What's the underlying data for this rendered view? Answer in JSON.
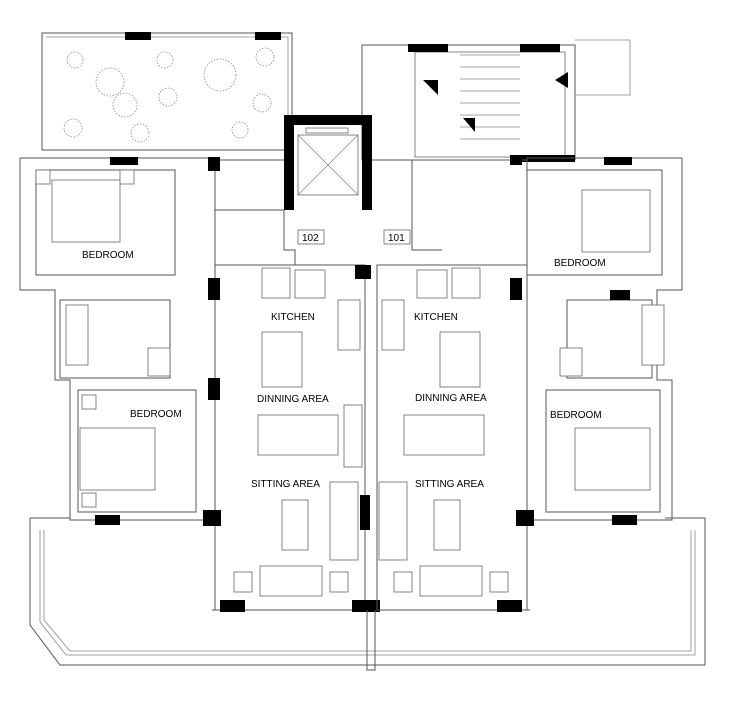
{
  "plan": {
    "units": [
      {
        "number": "102",
        "rooms": {
          "bedroom_top": "BEDROOM",
          "bedroom_bottom": "BEDROOM",
          "kitchen": "KITCHEN",
          "dining": "DINNING AREA",
          "sitting": "SITTING AREA"
        }
      },
      {
        "number": "101",
        "rooms": {
          "bedroom_top": "BEDROOM",
          "bedroom_bottom": "BEDROOM",
          "kitchen": "KITCHEN",
          "dining": "DINNING AREA",
          "sitting": "SITTING AREA"
        }
      }
    ]
  }
}
